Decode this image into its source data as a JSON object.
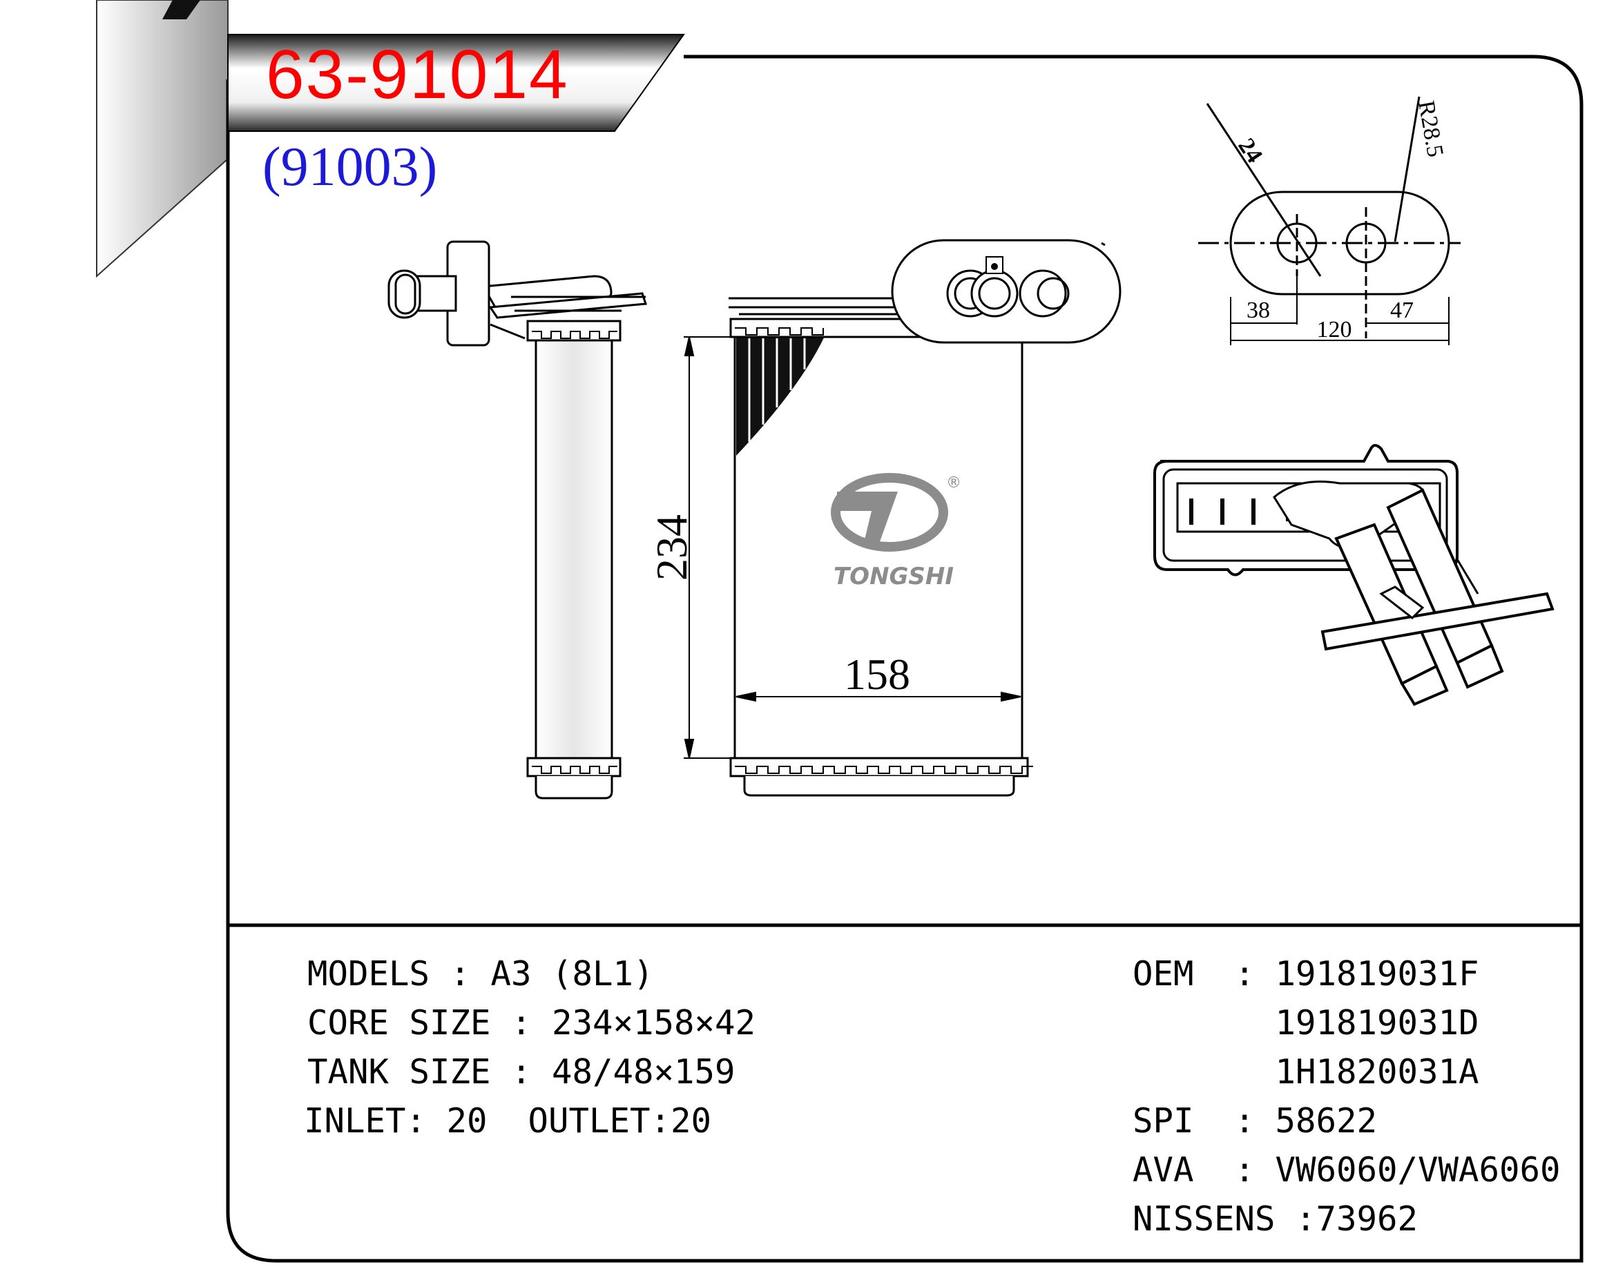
{
  "header": {
    "part_number": "63-91014",
    "alt_number": "(91003)"
  },
  "drawing": {
    "height_dim": "234",
    "width_dim": "158",
    "hole_dims": {
      "pipe_dia": "24",
      "radius": "R28.5",
      "left": "38",
      "span": "120",
      "right": "47"
    },
    "logo_text": "TONGSHI",
    "logo_mark": "®"
  },
  "specs_left": [
    "MODELS : A3 (8L1)",
    "CORE SIZE : 234×158×42",
    "TANK SIZE : 48/48×159",
    "INLET: 20  OUTLET:20"
  ],
  "specs_right": [
    "OEM  : 191819031F",
    "       191819031D",
    "       1H1820031A",
    "SPI  : 58622",
    "AVA  : VW6060/VWA6060",
    "NISSENS :73962"
  ],
  "colors": {
    "part_number": "#ff0000",
    "alt_number": "#1a1ad8",
    "logo": "#8c8c8c"
  }
}
